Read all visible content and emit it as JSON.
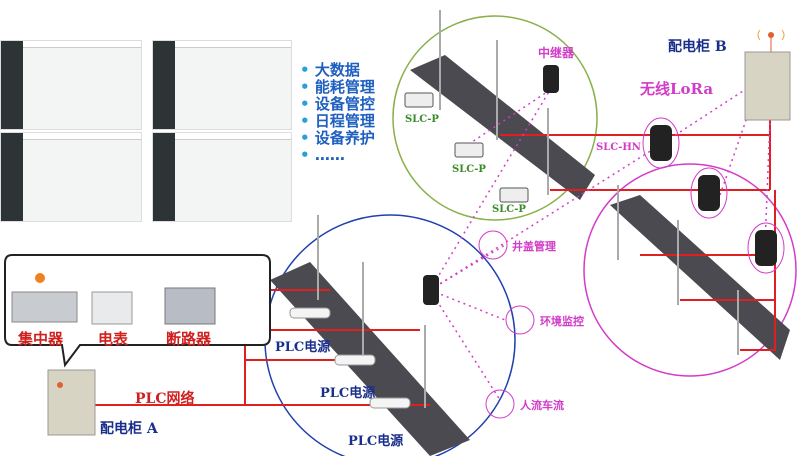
{
  "features": [
    "大数据",
    "能耗管理",
    "设备管控",
    "日程管理",
    "设备养护",
    "……"
  ],
  "labels": {
    "cabinet_a": "配电柜 A",
    "cabinet_b": "配电柜 B",
    "plc_network": "PLC网络",
    "lora": "无线LoRa",
    "repeater": "中继器",
    "slc_hn": "SLC-HN",
    "slc_p": [
      "SLC-P",
      "SLC-P",
      "SLC-P"
    ],
    "plc_power": [
      "PLC电源",
      "PLC电源",
      "PLC电源"
    ],
    "concentrator": "集中器",
    "meter": "电表",
    "breaker": "断路器",
    "manhole": "井盖管理",
    "environment": "环境监控",
    "traffic": "人流车流"
  },
  "colors": {
    "wired": "#e02020",
    "wireless": "#d23cc8",
    "green_zone": "#8ab04a",
    "blue_zone": "#2040b0",
    "pink_zone": "#d23cc8",
    "road": "#4a4a50"
  }
}
